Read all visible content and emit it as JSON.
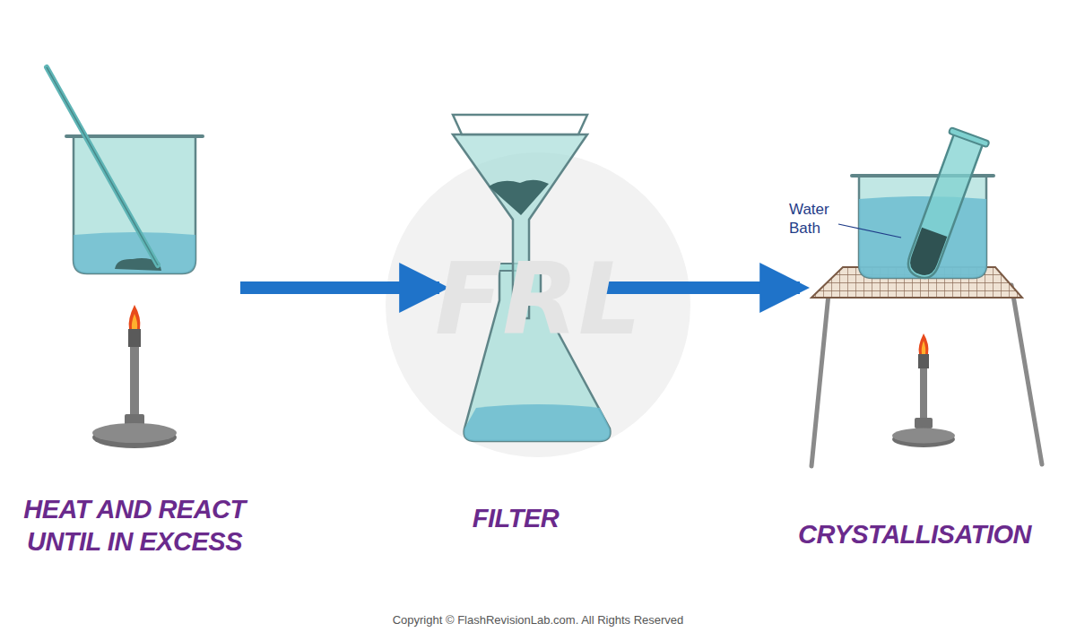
{
  "diagram": {
    "labels": [
      "HEAT AND REACT UNTIL IN EXCESS",
      "FILTER",
      "CRYSTALLISATION",
      "Water Bath",
      "FRL",
      "Copyright © FlashRevisionLab.com. All Rights Reserved"
    ]
  }
}
